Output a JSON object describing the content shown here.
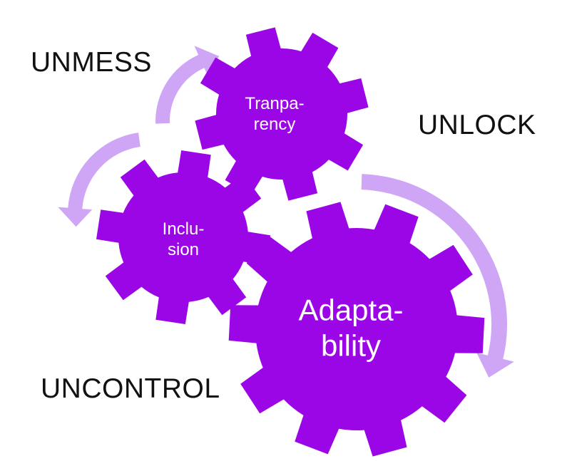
{
  "colors": {
    "gear": "#9b06e6",
    "arrow": "#cfa6f6",
    "label_text": "#ffffff",
    "word_text": "#111111",
    "background": "#ffffff"
  },
  "labels": {
    "unmess": "UNMESS",
    "unlock": "UNLOCK",
    "uncontrol": "UNCONTROL"
  },
  "gears": {
    "transparency": {
      "line1": "Tranpa-",
      "line2": "rency"
    },
    "inclusion": {
      "line1": "Inclu-",
      "line2": "sion"
    },
    "adaptability": {
      "line1": "Adapta-",
      "line2": "bility"
    }
  },
  "icons": {
    "gears": "gear-icon",
    "arrows": "curved-arrow-icon"
  }
}
